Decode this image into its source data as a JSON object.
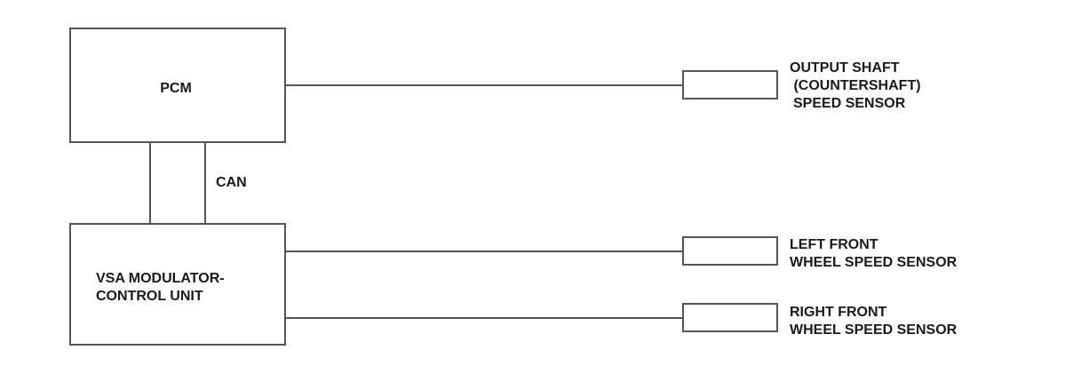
{
  "pcm": {
    "label": "PCM"
  },
  "can": {
    "label": "CAN"
  },
  "vsa": {
    "line1": "VSA MODULATOR-",
    "line2": "CONTROL UNIT"
  },
  "sensors": {
    "output_shaft": {
      "line1": "OUTPUT SHAFT",
      "line2": " (COUNTERSHAFT)",
      "line3": "SPEED SENSOR"
    },
    "left_front": {
      "line1": "LEFT FRONT",
      "line2": "WHEEL SPEED SENSOR"
    },
    "right_front": {
      "line1": "RIGHT FRONT",
      "line2": "WHEEL SPEED SENSOR"
    }
  }
}
